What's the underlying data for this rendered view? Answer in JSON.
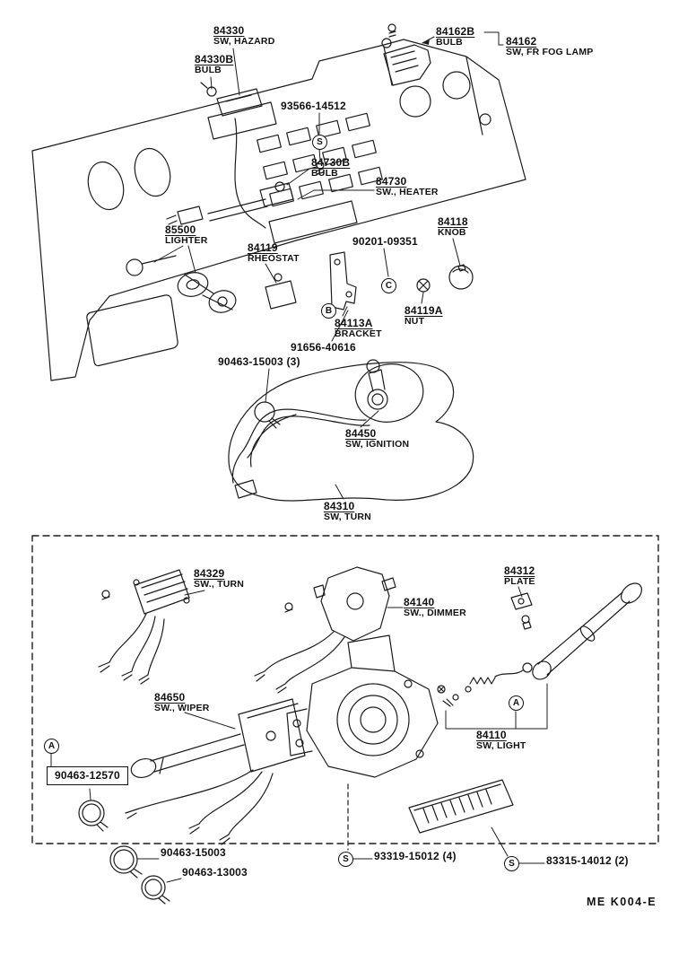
{
  "page": {
    "footer_code": "ME  K004-E"
  },
  "markers": {
    "s": "S",
    "a": "A",
    "b": "B",
    "c": "C"
  },
  "labels": {
    "l84330": {
      "num": "84330",
      "name": "SW, HAZARD"
    },
    "l84330B": {
      "num": "84330B",
      "name": "BULB"
    },
    "l84162B": {
      "num": "84162B",
      "name": "BULB"
    },
    "l84162": {
      "num": "84162",
      "name": "SW, FR  FOG  LAMP"
    },
    "l93566": {
      "num": "93566-14512"
    },
    "l84730B": {
      "num": "84730B",
      "name": "BULB"
    },
    "l84730": {
      "num": "84730",
      "name": "SW., HEATER"
    },
    "l84118": {
      "num": "84118",
      "name": "KNOB"
    },
    "l85500": {
      "num": "85500",
      "name": "LIGHTER"
    },
    "l84119": {
      "num": "84119",
      "name": "RHEOSTAT"
    },
    "l90201": {
      "num": "90201-09351"
    },
    "l84119A": {
      "num": "84119A",
      "name": "NUT"
    },
    "l84113A": {
      "num": "84113A",
      "name": "BRACKET"
    },
    "l91656": {
      "num": "91656-40616"
    },
    "l90463_15003_3": {
      "num": "90463-15003 (3)"
    },
    "l84450": {
      "num": "84450",
      "name": "SW, IGNITION"
    },
    "l84310": {
      "num": "84310",
      "name": "SW, TURN"
    },
    "l84329": {
      "num": "84329",
      "name": "SW., TURN"
    },
    "l84312": {
      "num": "84312",
      "name": "PLATE"
    },
    "l84140": {
      "num": "84140",
      "name": "SW., DIMMER"
    },
    "l84650": {
      "num": "84650",
      "name": "SW., WIPER"
    },
    "l84110": {
      "num": "84110",
      "name": "SW, LIGHT"
    },
    "l90463_12570": {
      "num": "90463-12570"
    },
    "l90463_15003": {
      "num": "90463-15003"
    },
    "l90463_13003": {
      "num": "90463-13003"
    },
    "l93319": {
      "num": "93319-15012 (4)"
    },
    "l83315": {
      "num": "83315-14012 (2)"
    }
  }
}
